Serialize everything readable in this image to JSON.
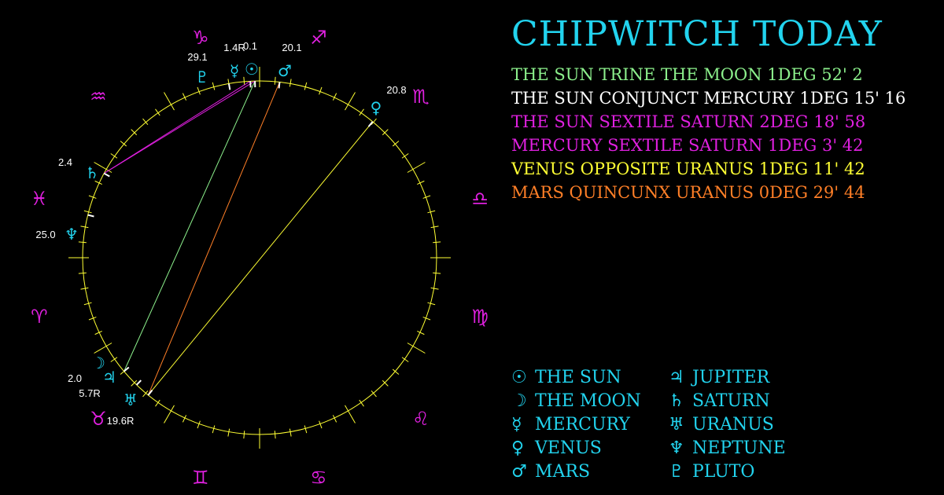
{
  "title": "CHIPWITCH TODAY",
  "colors": {
    "background": "#000000",
    "ring": "#ffff33",
    "sign": "#e020e0",
    "planet": "#22d3ee",
    "label": "#ffffff",
    "title": "#22d3ee"
  },
  "aspects": [
    {
      "text": "THE SUN TRINE THE MOON 1DEG 52' 2",
      "color": "#8cf08c"
    },
    {
      "text": "THE SUN CONJUNCT MERCURY 1DEG 15' 16",
      "color": "#ffffff"
    },
    {
      "text": "THE SUN SEXTILE SATURN 2DEG 18' 58",
      "color": "#e020e0"
    },
    {
      "text": "MERCURY SEXTILE SATURN 1DEG 3' 42",
      "color": "#e020e0"
    },
    {
      "text": "VENUS OPPOSITE URANUS 1DEG 11' 42",
      "color": "#ffff33"
    },
    {
      "text": "MARS QUINCUNX URANUS 0DEG 29' 44",
      "color": "#ff7f27"
    }
  ],
  "legend": [
    {
      "glyph": "☉",
      "name": "THE SUN"
    },
    {
      "glyph": "☽",
      "name": "THE MOON"
    },
    {
      "glyph": "☿",
      "name": "MERCURY"
    },
    {
      "glyph": "♀",
      "name": "VENUS"
    },
    {
      "glyph": "♂",
      "name": "MARS"
    },
    {
      "glyph": "♃",
      "name": "JUPITER"
    },
    {
      "glyph": "♄",
      "name": "SATURN"
    },
    {
      "glyph": "♅",
      "name": "URANUS"
    },
    {
      "glyph": "♆",
      "name": "NEPTUNE"
    },
    {
      "glyph": "♇",
      "name": "PLUTO"
    }
  ],
  "signs": [
    {
      "name": "capricorn",
      "glyph": "♑"
    },
    {
      "name": "sagittarius",
      "glyph": "♐"
    },
    {
      "name": "scorpio",
      "glyph": "♏"
    },
    {
      "name": "libra",
      "glyph": "♎"
    },
    {
      "name": "virgo",
      "glyph": "♍"
    },
    {
      "name": "leo",
      "glyph": "♌"
    },
    {
      "name": "cancer",
      "glyph": "♋"
    },
    {
      "name": "gemini",
      "glyph": "♊"
    },
    {
      "name": "taurus",
      "glyph": "♉"
    },
    {
      "name": "aries",
      "glyph": "♈"
    },
    {
      "name": "pisces",
      "glyph": "♓"
    },
    {
      "name": "aquarius",
      "glyph": "♒"
    }
  ],
  "planets": [
    {
      "name": "sun",
      "glyph": "☉",
      "label": "0.1"
    },
    {
      "name": "mercury",
      "glyph": "☿",
      "label": "1.4R"
    },
    {
      "name": "pluto",
      "glyph": "♇",
      "label": "29.1"
    },
    {
      "name": "mars",
      "glyph": "♂",
      "label": "20.1"
    },
    {
      "name": "venus",
      "glyph": "♀",
      "label": "20.8"
    },
    {
      "name": "saturn",
      "glyph": "♄",
      "label": "2.4"
    },
    {
      "name": "neptune",
      "glyph": "♆",
      "label": "25.0"
    },
    {
      "name": "moon",
      "glyph": "☽",
      "label": "2.0"
    },
    {
      "name": "jupiter",
      "glyph": "♃",
      "label": "5.7R"
    },
    {
      "name": "uranus",
      "glyph": "♅",
      "label": "19.6R"
    }
  ],
  "aspect_lines": [
    {
      "from": "sun",
      "to": "moon",
      "color": "#8cf08c"
    },
    {
      "from": "sun",
      "to": "saturn",
      "color": "#e020e0"
    },
    {
      "from": "mercury",
      "to": "saturn",
      "color": "#e020e0"
    },
    {
      "from": "venus",
      "to": "uranus",
      "color": "#ffff33"
    },
    {
      "from": "mars",
      "to": "uranus",
      "color": "#ff7f27"
    }
  ]
}
